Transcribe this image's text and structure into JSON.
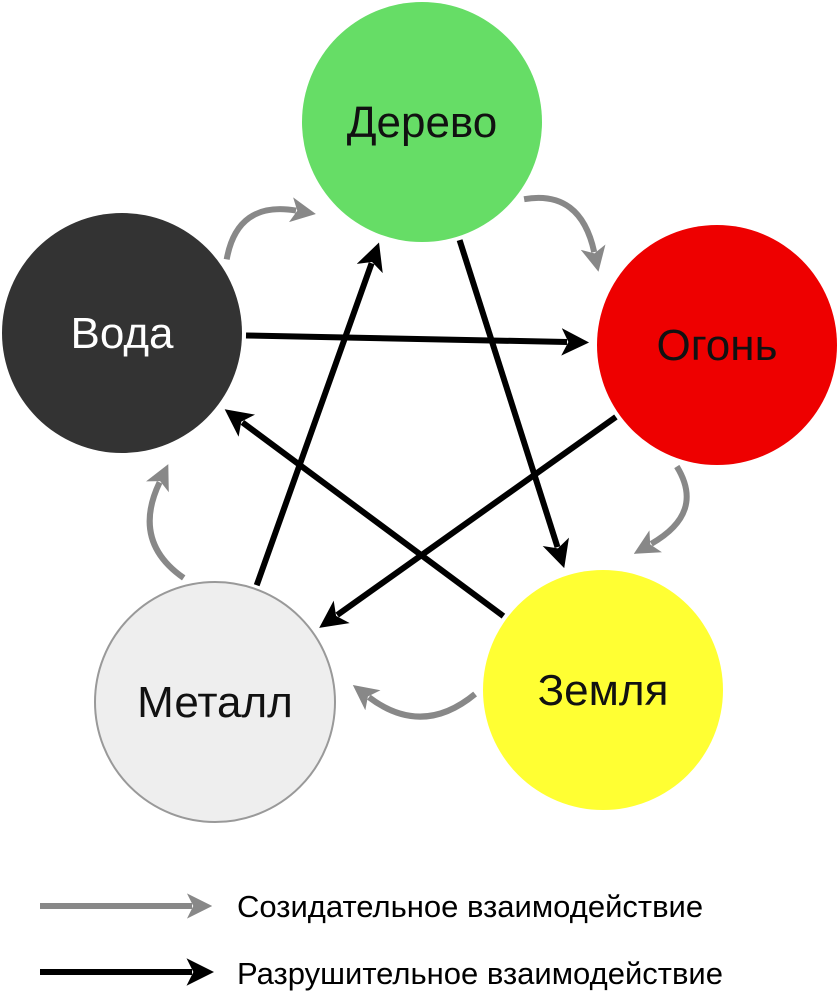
{
  "elements": [
    {
      "id": "wood",
      "label": "Дерево",
      "fill": "#66dd66",
      "text_color": "#111111"
    },
    {
      "id": "fire",
      "label": "Огонь",
      "fill": "#ee0000",
      "text_color": "#111111"
    },
    {
      "id": "earth",
      "label": "Земля",
      "fill": "#ffff33",
      "text_color": "#111111"
    },
    {
      "id": "metal",
      "label": "Металл",
      "fill": "#eeeeee",
      "text_color": "#111111"
    },
    {
      "id": "water",
      "label": "Вода",
      "fill": "#333333",
      "text_color": "#ffffff"
    }
  ],
  "creative_cycle": [
    [
      "wood",
      "fire"
    ],
    [
      "fire",
      "earth"
    ],
    [
      "earth",
      "metal"
    ],
    [
      "metal",
      "water"
    ],
    [
      "water",
      "wood"
    ]
  ],
  "destructive_cycle": [
    [
      "wood",
      "earth"
    ],
    [
      "earth",
      "water"
    ],
    [
      "water",
      "fire"
    ],
    [
      "fire",
      "metal"
    ],
    [
      "metal",
      "wood"
    ]
  ],
  "colors": {
    "creative": "#888888",
    "destructive": "#000000",
    "metal_stroke": "#999999"
  },
  "legend": {
    "creative_label": "Созидательное взаимодействие",
    "destructive_label": "Разрушительное взаимодействие"
  }
}
